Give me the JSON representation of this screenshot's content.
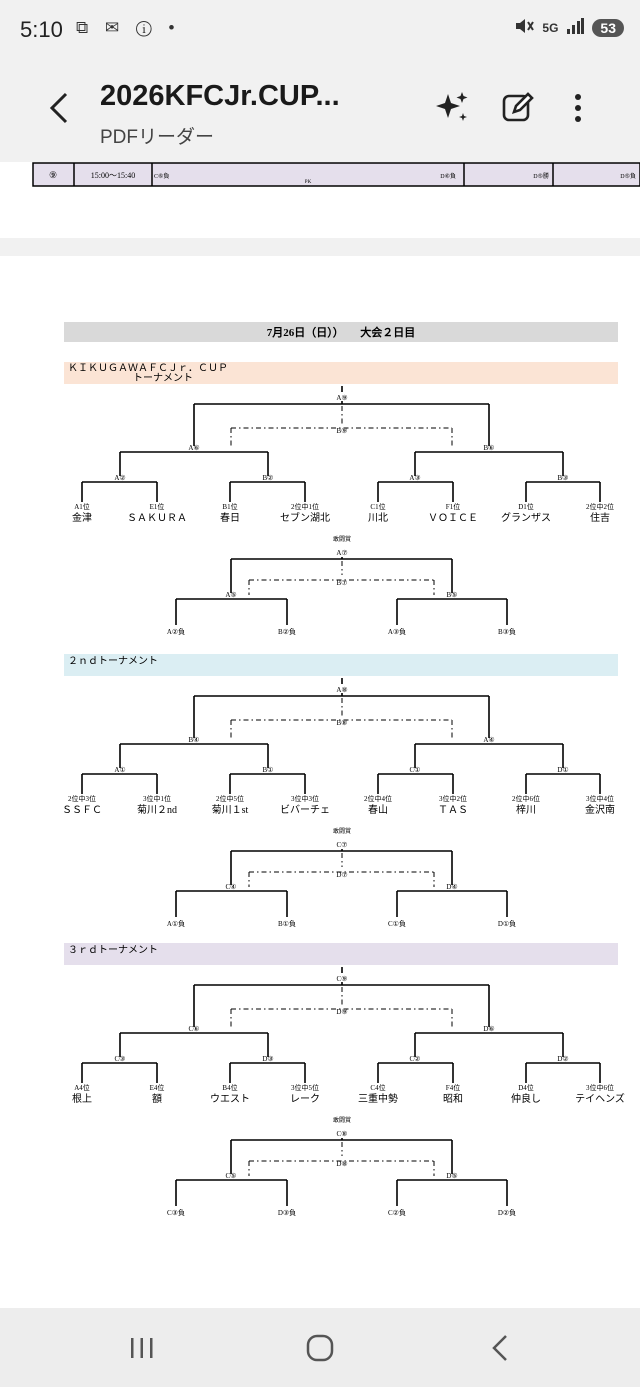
{
  "status": {
    "time": "5:10",
    "left_icons": "⧉ ✉ ⓘ •",
    "network": "5G",
    "battery": "53"
  },
  "appbar": {
    "title": "2026KFCJr.CUP...",
    "subtitle": "PDFリーダー"
  },
  "prev_page": {
    "no": "⑨",
    "time": "15:00～15:40",
    "c1": "C⑥負",
    "c2": "PK",
    "c3": "D⑥負",
    "c4": "D⑤勝",
    "c5": "D⑤負"
  },
  "page_header": "7月26日（日））　　大会２日目",
  "sections": [
    {
      "title": "ＫＩＫＵＧＡＷＡＦＣＪｒ．ＣＵＰ",
      "title2": "トーナメント",
      "final": "A⑨",
      "third": "B⑨",
      "semis": [
        "A⑥",
        "B⑥"
      ],
      "quarters": [
        "A②",
        "B②",
        "A③",
        "B③"
      ],
      "seeds": [
        "A1位",
        "E1位",
        "B1位",
        "2位中1位",
        "C1位",
        "F1位",
        "D1位",
        "2位中2位"
      ],
      "teams": [
        "金津",
        "ＳＡＫＵＲＡ",
        "春日",
        "セブン湖北",
        "川北",
        "ＶＯＩＣＥ",
        "グランザス",
        "住吉"
      ],
      "award": "敢闘賞",
      "c_final": "A⑦",
      "c_third": "B⑦",
      "c_semis": [
        "A⑤",
        "B⑤"
      ],
      "c_entries": [
        "A②負",
        "B②負",
        "A③負",
        "B③負"
      ]
    },
    {
      "title": "２ｎｄトーナメント",
      "title2": "",
      "final": "A⑧",
      "third": "B⑧",
      "semis": [
        "B④",
        "A④"
      ],
      "quarters": [
        "A①",
        "B①",
        "C①",
        "D①"
      ],
      "seeds": [
        "2位中3位",
        "3位中1位",
        "2位中5位",
        "3位中3位",
        "2位中4位",
        "3位中2位",
        "2位中6位",
        "3位中4位"
      ],
      "teams": [
        "ＳＳＦＣ",
        "菊川２nd",
        "菊川１st",
        "ビバーチェ",
        "春山",
        "ＴＡＳ",
        "梓川",
        "金沢南"
      ],
      "award": "敢闘賞",
      "c_final": "C⑦",
      "c_third": "D⑦",
      "c_semis": [
        "C④",
        "D④"
      ],
      "c_entries": [
        "A①負",
        "B①負",
        "C①負",
        "D①負"
      ]
    },
    {
      "title": "３ｒｄトーナメント",
      "title2": "",
      "final": "C⑨",
      "third": "D⑨",
      "semis": [
        "C⑥",
        "D⑥"
      ],
      "quarters": [
        "C③",
        "D③",
        "C②",
        "D②"
      ],
      "seeds": [
        "A4位",
        "E4位",
        "B4位",
        "3位中5位",
        "C4位",
        "F4位",
        "D4位",
        "3位中6位"
      ],
      "teams": [
        "根上",
        "額",
        "ウエスト",
        "レーク",
        "三重中勢",
        "昭和",
        "仲良し",
        "テイヘンズ"
      ],
      "award": "敢闘賞",
      "c_final": "C⑧",
      "c_third": "D⑧",
      "c_semis": [
        "C⑤",
        "D⑤"
      ],
      "c_entries": [
        "C③負",
        "D③負",
        "C②負",
        "D②負"
      ]
    }
  ],
  "colors": {
    "section_bg": [
      "#fbe4d5",
      "#dbeef3",
      "#e5dfec"
    ],
    "header_bg": "#d9d9d9",
    "prev_row_bg": "#e5dfec"
  }
}
